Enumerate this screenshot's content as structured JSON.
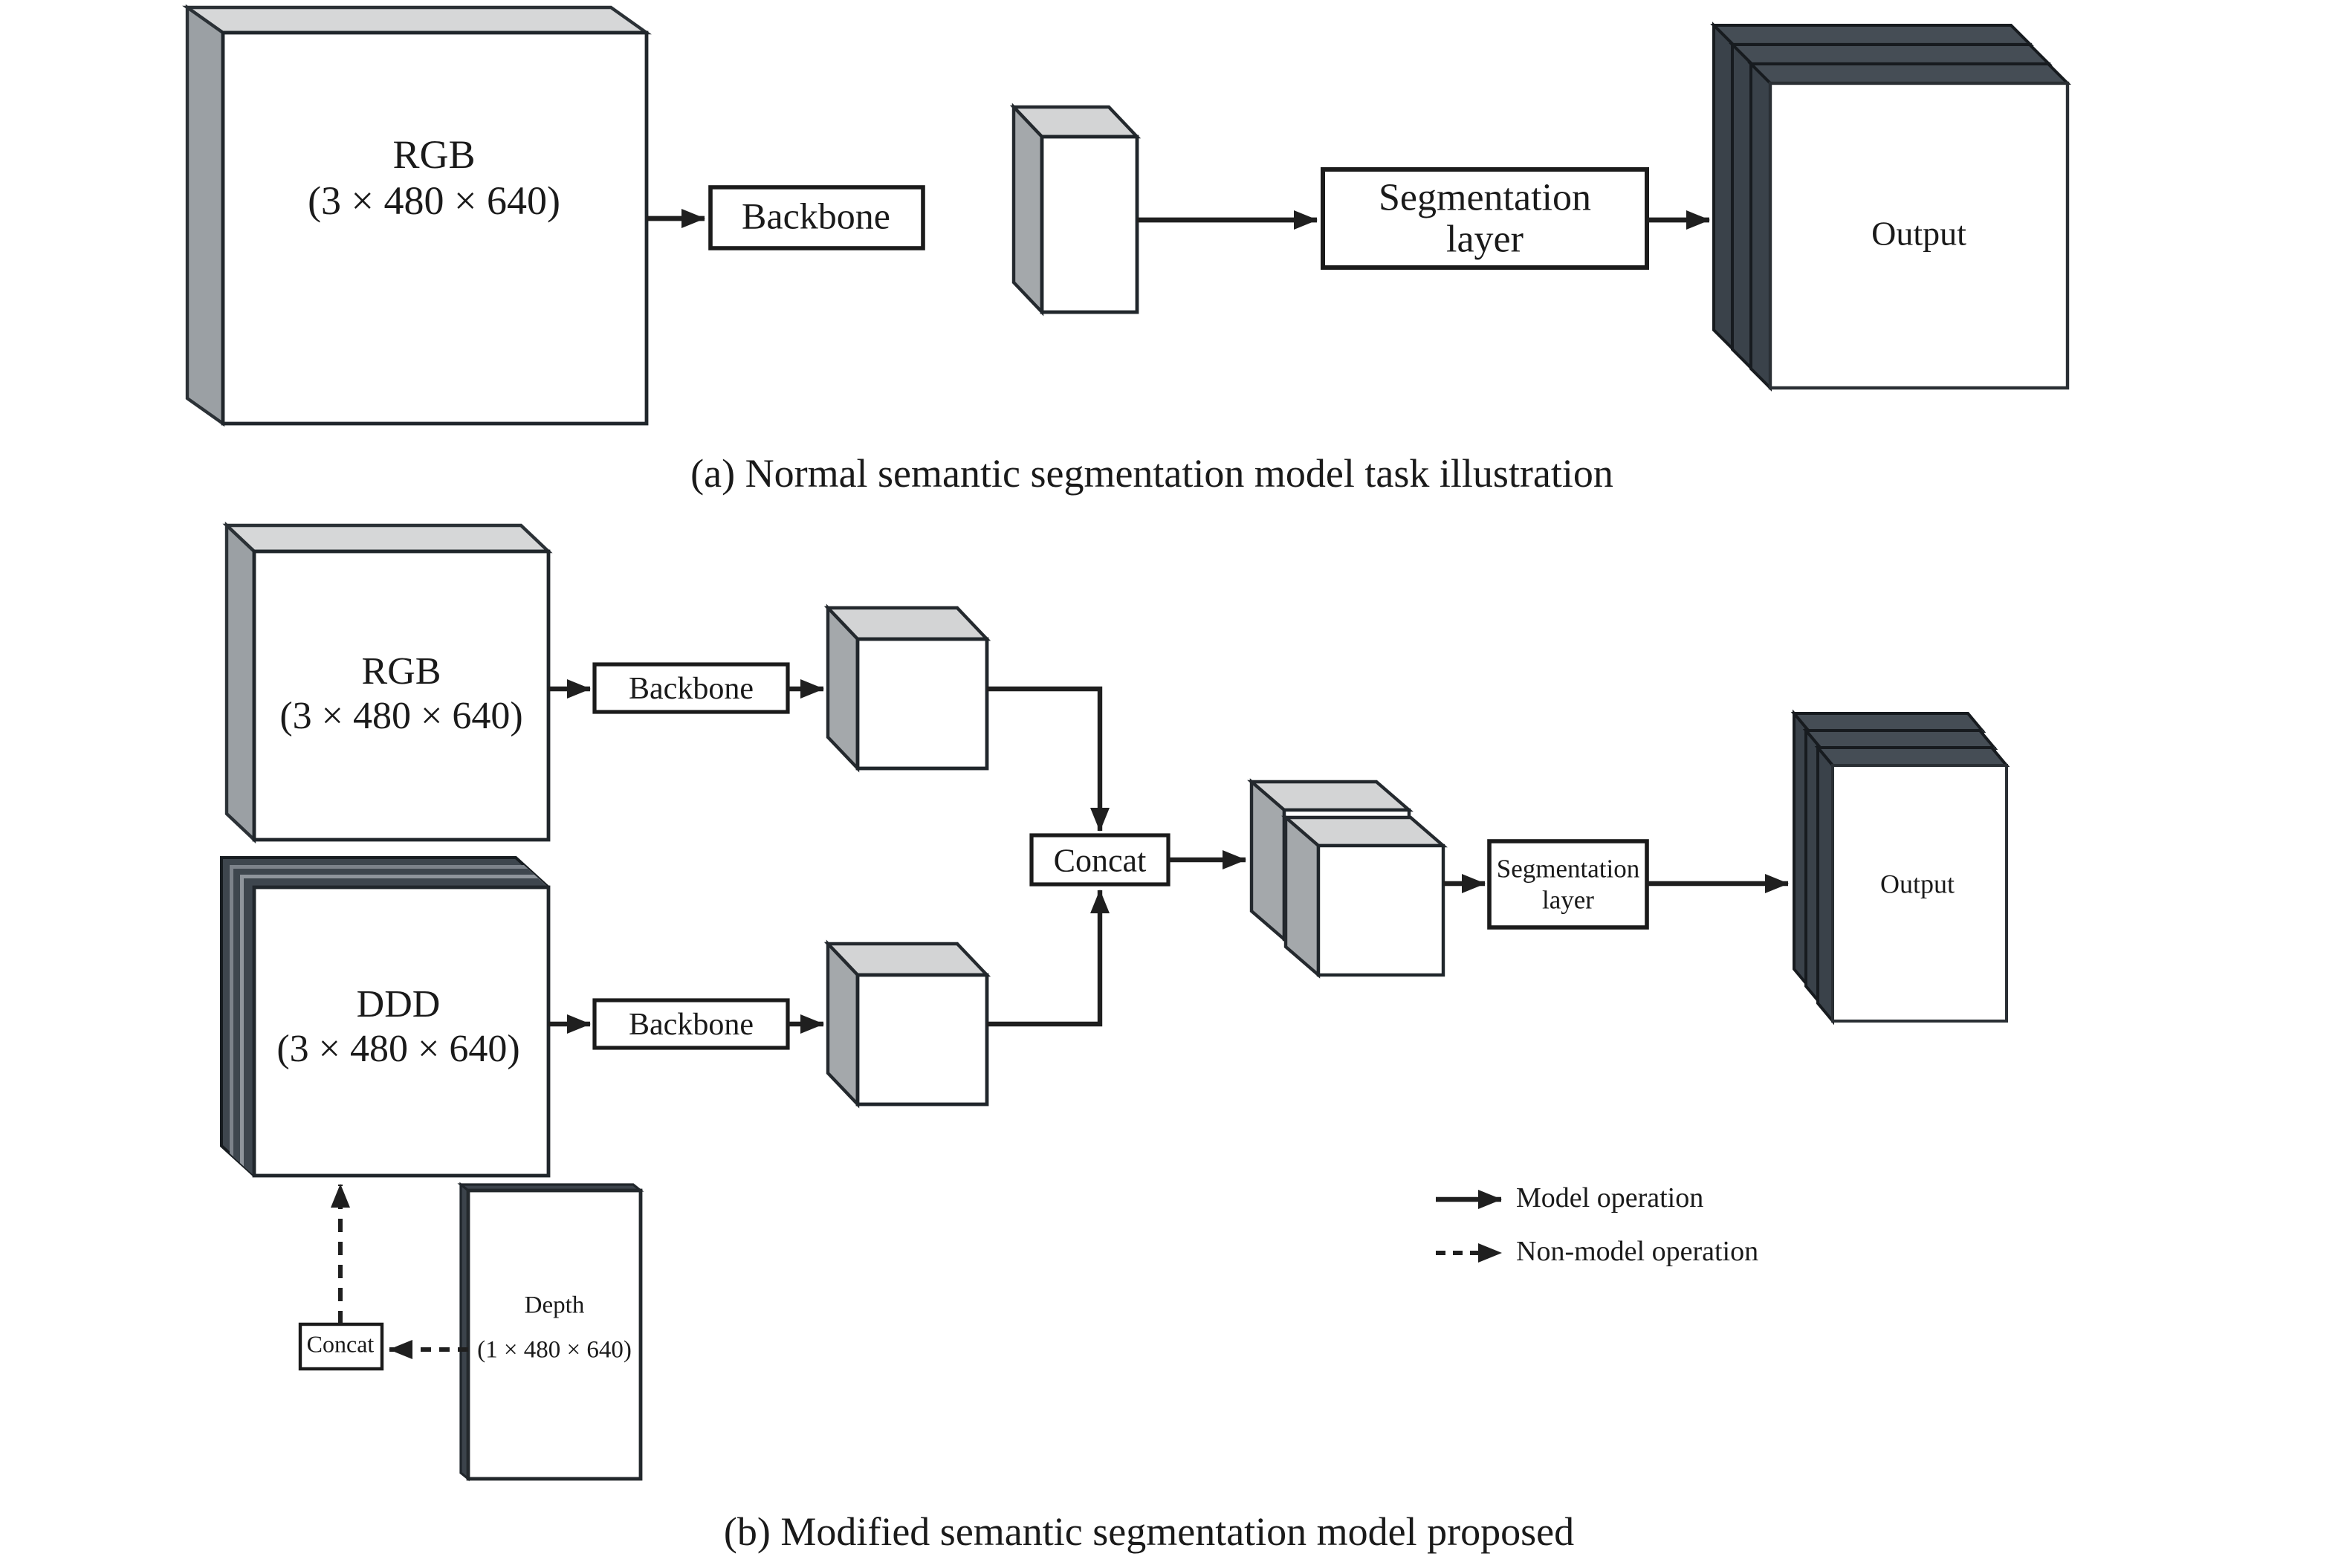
{
  "figure": {
    "caption_a": "(a) Normal semantic segmentation model task illustration",
    "caption_b": "(b) Modified semantic segmentation model proposed"
  },
  "part_a": {
    "input_rgb": {
      "line1": "RGB",
      "line2": "(3 × 480 × 640)"
    },
    "backbone_label": "Backbone",
    "segmentation": {
      "line1": "Segmentation",
      "line2": "layer"
    },
    "output_label": "Output"
  },
  "part_b": {
    "input_rgb": {
      "line1": "RGB",
      "line2": "(3 × 480 × 640)"
    },
    "input_ddd": {
      "line1": "DDD",
      "line2": "(3 × 480 × 640)"
    },
    "backbone_rgb_label": "Backbone",
    "backbone_ddd_label": "Backbone",
    "concat_features_label": "Concat",
    "segmentation": {
      "line1": "Segmentation",
      "line2": "layer"
    },
    "output_label": "Output",
    "input_depth": {
      "line1": "Depth",
      "line2": "(1 × 480 × 640)"
    },
    "concat_depth_label": "Concat"
  },
  "legend": {
    "model_operation": "Model operation",
    "non_model_operation": "Non-model operation"
  },
  "colors": {
    "ink": "#1f1f1f",
    "slab_top_face": "#d6d7d8",
    "slab_side_face": "#9ba0a4",
    "cube_top_face": "#d3d4d5",
    "cube_side_face": "#a4a8ab",
    "sheet_edge_dark": "#454d55",
    "background": "#ffffff"
  }
}
